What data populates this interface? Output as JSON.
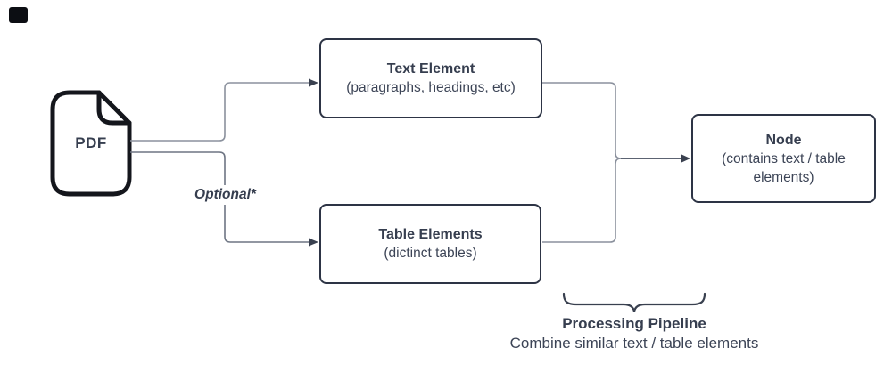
{
  "diagram": {
    "pdf": {
      "label": "PDF"
    },
    "boxes": {
      "text_element": {
        "title": "Text Element",
        "subtitle": "(paragraphs, headings, etc)"
      },
      "table_elements": {
        "title": "Table Elements",
        "subtitle": "(dictinct tables)"
      },
      "node": {
        "title": "Node",
        "subtitle": "(contains text / table elements)"
      }
    },
    "edge_label": "Optional*",
    "brace": {
      "title": "Processing Pipeline",
      "subtitle": "Combine similar text / table elements"
    },
    "icons": {
      "pdf_icon": "pdf-document-icon",
      "brace_icon": "underbrace-icon",
      "arrow_icon": "arrowhead-icon"
    },
    "colors": {
      "text": "#363e4f",
      "box_border": "#2d3445",
      "connector": "#8b919d",
      "connector_optional": "#6e7583",
      "connector_merged": "#515969",
      "arrowhead": "#39404f",
      "pdf_icon_stroke": "#14161c",
      "background": "#ffffff",
      "corner_mark": "#0c0e13"
    }
  }
}
